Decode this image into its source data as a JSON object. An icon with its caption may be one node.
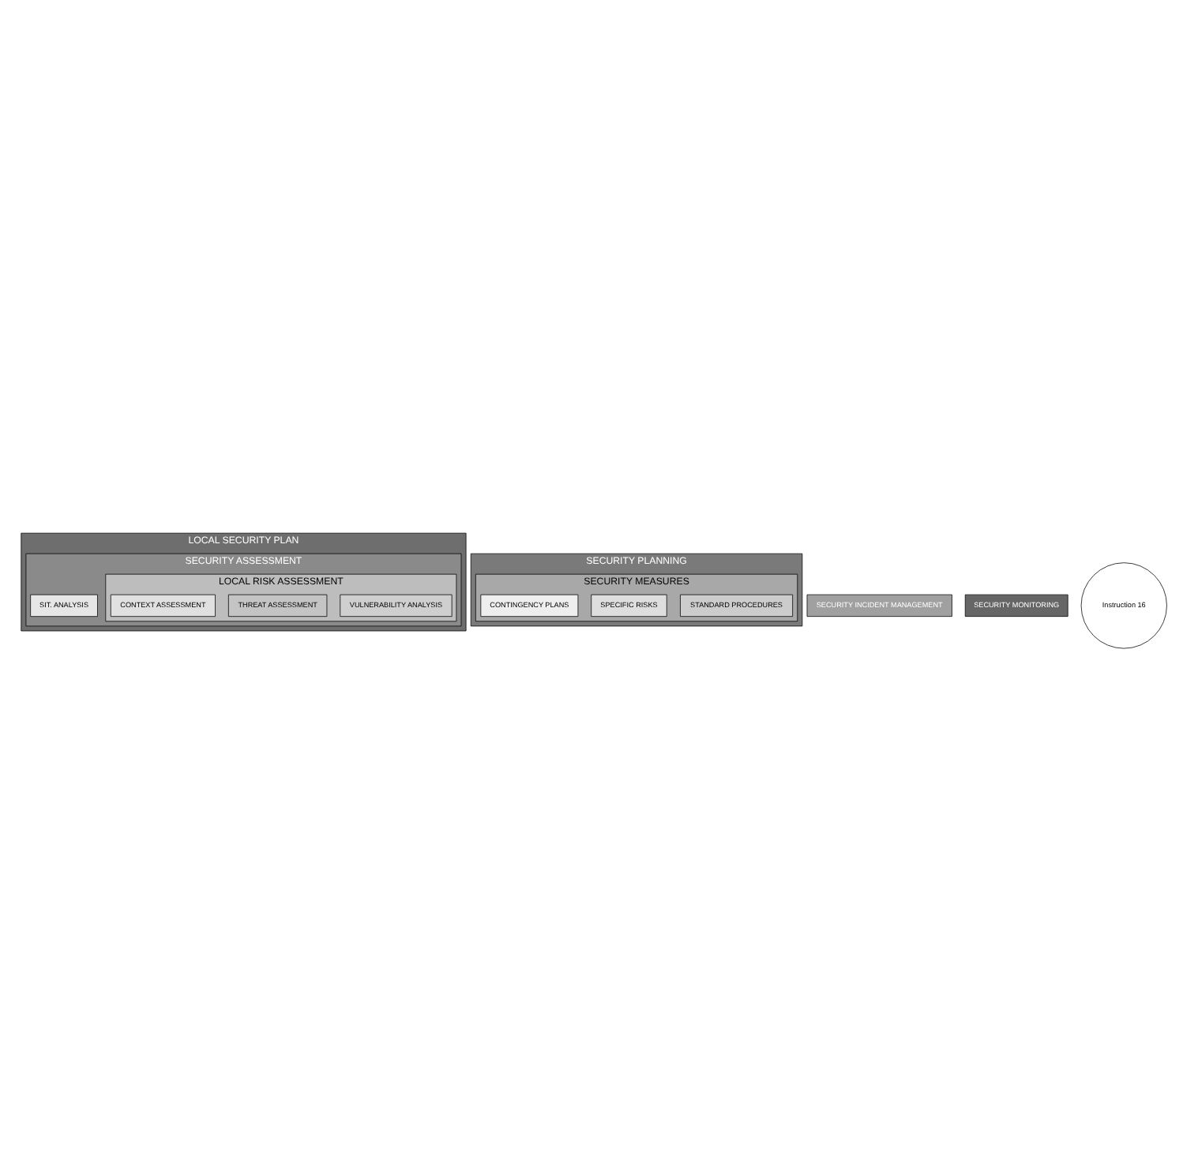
{
  "diagram": {
    "nodes": [
      {
        "text": [
          "LOCAL SECURITY PLAN"
        ]
      },
      {
        "text": [
          "SECURITY ASSESSMENT"
        ],
        "in": 0
      },
      {
        "text": [
          "SIT. ANALYSIS"
        ],
        "in": 1
      },
      {
        "text": [
          "LOCAL RISK ASSESSMENT"
        ],
        "in": 1
      },
      {
        "text": [
          "VULNERABILITY ANALYSIS"
        ],
        "in": 3
      },
      {
        "text": [
          "THREAT ASSESSMENT"
        ],
        "in": 3
      },
      {
        "text": [
          "CONTEXT ASSESSMENT"
        ],
        "in": 3
      },
      {
        "text": [
          "SECURITY PLANNING"
        ]
      },
      {
        "text": [
          "SECURITY MEASURES"
        ],
        "in": 7
      },
      {
        "text": [
          "STANDARD PROCEDURES"
        ],
        "in": 8
      },
      {
        "text": [
          "SPECIFIC RISKS"
        ],
        "in": 8
      },
      {
        "text": [
          "CONTINGENCY PLANS"
        ],
        "in": 8
      },
      {
        "text": [
          "SECURITY INCIDENT MANAGEMENT"
        ]
      },
      {
        "text": [
          "SECURITY MONITORING"
        ]
      },
      {
        "text": [
          "Instruction 16"
        ]
      }
    ]
  }
}
